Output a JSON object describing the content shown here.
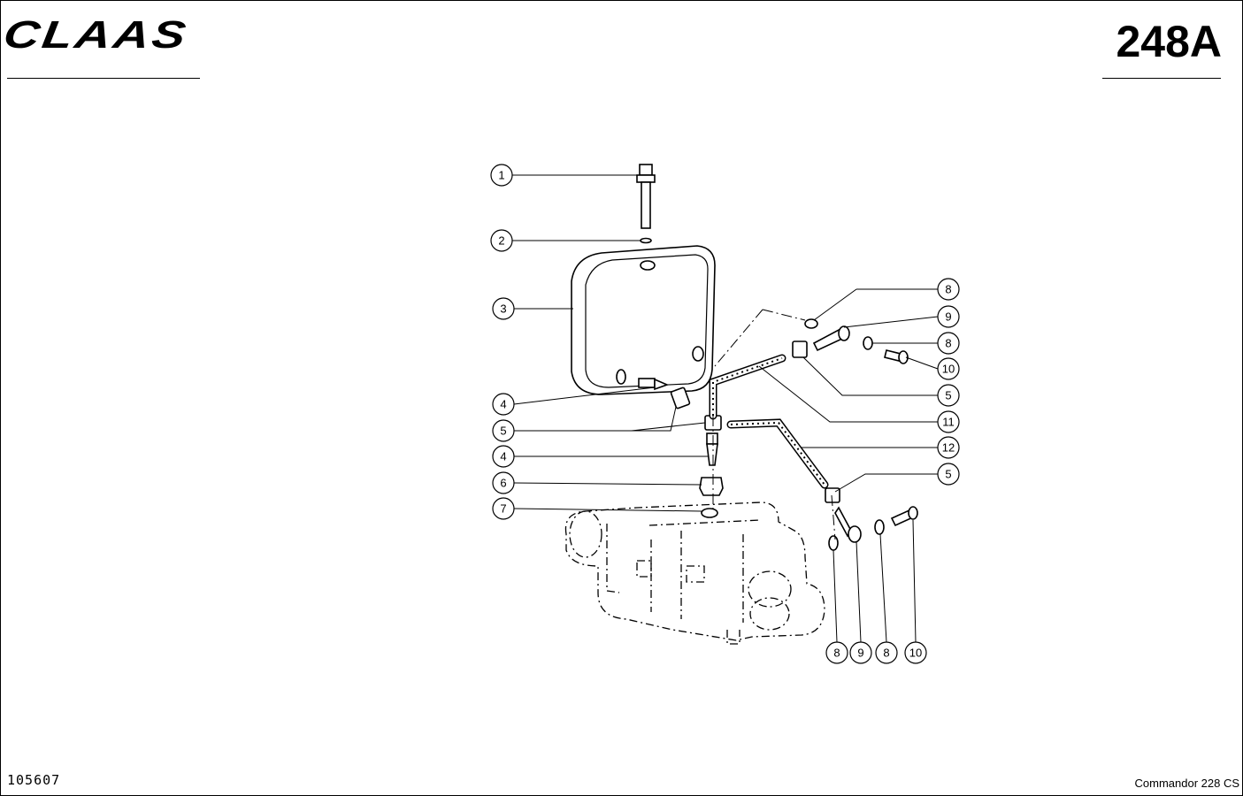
{
  "header": {
    "logo_text": "CLAAS",
    "page_number": "248A"
  },
  "footer": {
    "drawing_number": "105607",
    "model": "Commandor 228 CS"
  },
  "callouts": [
    "1",
    "2",
    "3",
    "4",
    "5",
    "4",
    "6",
    "7",
    "8",
    "9",
    "8",
    "10",
    "5",
    "11",
    "12",
    "5",
    "8",
    "9",
    "8",
    "10"
  ]
}
